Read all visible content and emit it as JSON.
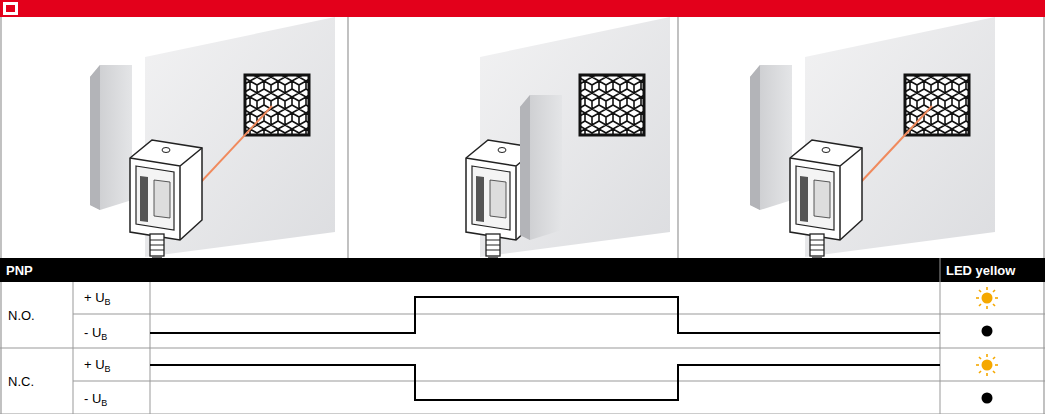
{
  "diagram": {
    "labels": [
      "PNP",
      "LED yellow",
      "N.O.",
      "+ UB",
      "- UB",
      "N.C.",
      "+ UB",
      "- UB"
    ]
  }
}
